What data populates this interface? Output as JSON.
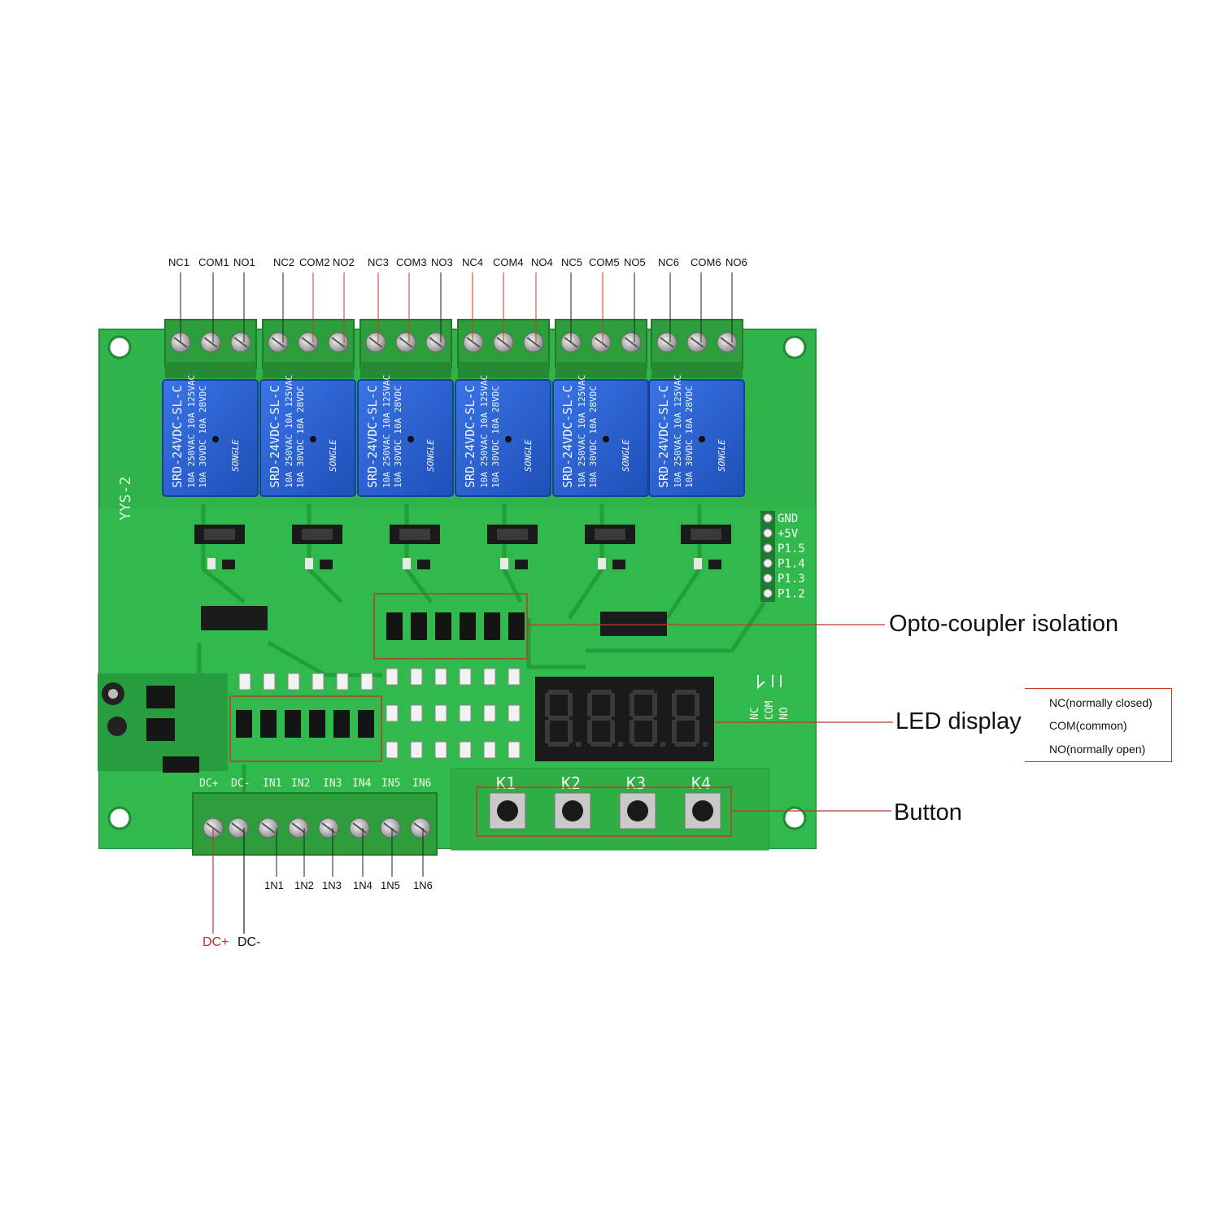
{
  "top_terminals": [
    "NC1",
    "COM1",
    "NO1",
    "NC2",
    "COM2",
    "NO2",
    "NC3",
    "COM3",
    "NO3",
    "NC4",
    "COM4",
    "NO4",
    "NC5",
    "COM5",
    "NO5",
    "NC6",
    "COM6",
    "NO6"
  ],
  "bottom_terminals": [
    "1N1",
    "1N2",
    "1N3",
    "1N4",
    "1N5",
    "1N6"
  ],
  "dc_plus": "DC+",
  "dc_minus": "DC-",
  "callouts": {
    "opto": "Opto-coupler isolation",
    "led": "LED display",
    "button": "Button"
  },
  "legend": [
    "NC(normally closed)",
    "COM(common)",
    "NO(normally open)"
  ],
  "board": {
    "model": "YYS-2",
    "relay_text": {
      "brand": "SONGLE",
      "line1": "10A 250VAC 10A 125VAC",
      "line2": "10A 30VDC 10A 28VDC",
      "line3": "SRD-24VDC-SL-C"
    },
    "header_pins": [
      "GND",
      "+5V",
      "P1.5",
      "P1.4",
      "P1.3",
      "P1.2"
    ],
    "input_silk": [
      "DC+",
      "DC-",
      "IN1",
      "IN2",
      "IN3",
      "IN4",
      "IN5",
      "IN6"
    ],
    "button_silk": [
      "K1",
      "K2",
      "K3",
      "K4"
    ],
    "relay_legend_silk": [
      "NC",
      "COM",
      "NO"
    ]
  },
  "colors": {
    "pcb": "#2fb34a",
    "relay": "#2a5fd0",
    "terminal": "#2e9e3c",
    "callout_line": "#c0392b",
    "dc_plus": "#c62828"
  }
}
